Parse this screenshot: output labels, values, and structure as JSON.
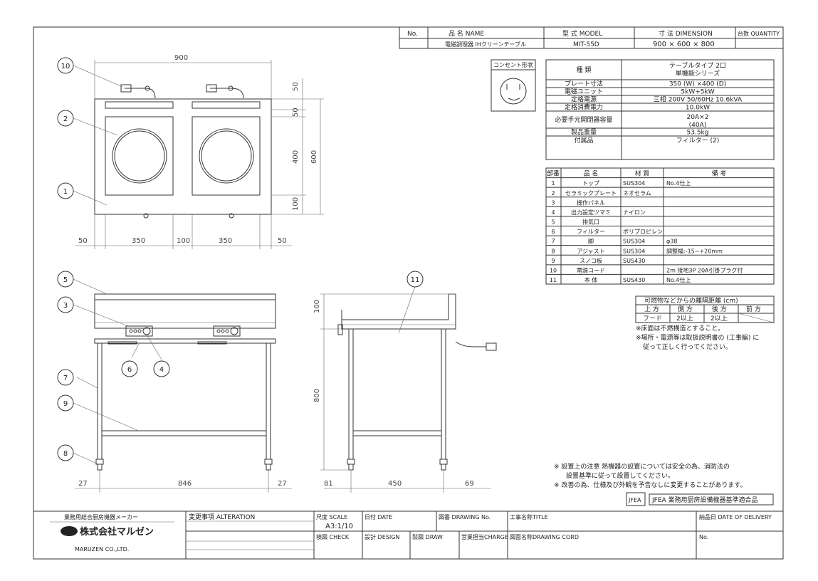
{
  "title_block": {
    "no_label": "No.",
    "name_label": "品 名 NAME",
    "model_label": "型 式 MODEL",
    "dimension_label": "寸 法 DIMENSION",
    "quantity_label": "台数 QUANTITY",
    "name_value": "電磁調理器 IHクリーンテーブル",
    "model_value": "MIT-55D",
    "dimension_value": "900 × 600 × 800"
  },
  "outlet": {
    "label": "コンセント形状"
  },
  "spec_table": [
    {
      "label": "種 類",
      "value": "テーブルタイプ 2口\n単機能シリーズ"
    },
    {
      "label": "プレート寸法",
      "value": "350 (W) ×400 (D)"
    },
    {
      "label": "電磁ユニット",
      "value": "5kW+5kW"
    },
    {
      "label": "定格電源",
      "value": "三相 200V 50/60Hz 10.6kVA"
    },
    {
      "label": "定格消費電力",
      "value": "10.0kW"
    },
    {
      "label": "必要手元開閉器容量",
      "value": "20A×2\n(40A)"
    },
    {
      "label": "製品重量",
      "value": "53.5kg"
    },
    {
      "label": "付属品",
      "value": "フィルター (2)"
    }
  ],
  "parts_table": {
    "headers": [
      "部番",
      "品 名",
      "材 質",
      "備 考"
    ],
    "rows": [
      [
        "1",
        "トップ",
        "SUS304",
        "No.4仕上"
      ],
      [
        "2",
        "セラミックプレート",
        "ネオセラム",
        ""
      ],
      [
        "3",
        "操作パネル",
        "",
        ""
      ],
      [
        "4",
        "出力設定ツマミ",
        "ナイロン",
        ""
      ],
      [
        "5",
        "排気口",
        "",
        ""
      ],
      [
        "6",
        "フィルター",
        "ポリプロピレン",
        ""
      ],
      [
        "7",
        "脚",
        "SUS304",
        "φ38"
      ],
      [
        "8",
        "アジャスト",
        "SUS304",
        "調整幅:-15~+20mm"
      ],
      [
        "9",
        "スノコ板",
        "SUS430",
        ""
      ],
      [
        "10",
        "電源コード",
        "",
        "2m 接地3P 20A引掛プラグ付"
      ],
      [
        "11",
        "本 体",
        "SUS430",
        "No.4仕上"
      ]
    ]
  },
  "clearance_table": {
    "title": "可燃物などからの離隔距離 (cm)",
    "headers": [
      "上 方",
      "側 方",
      "後 方",
      "前 方"
    ],
    "row_label": "フード",
    "values": [
      "2以上",
      "2以上",
      ""
    ]
  },
  "notes_right": [
    "※床面は不燃構造とすること。",
    "※場所・電源等は取扱説明書の (工事編) に",
    "従って正しく行ってください。"
  ],
  "notes_bottom": [
    "※ 設置上の注意 熱機器の設置については安全の為、消防法の",
    "設置基準に従って設置してください。",
    "※ 改善の為、仕様及び外観を予告なしに変更することがあります。"
  ],
  "jfea_label": "JFEA 業務用厨房設備機器基準適合品",
  "dimensions": {
    "top_width": "900",
    "side_50a": "50",
    "side_50b": "50",
    "side_400": "400",
    "side_600": "600",
    "side_100": "100",
    "bottom": [
      "50",
      "350",
      "100",
      "350",
      "50"
    ],
    "front_100": "100",
    "front_800": "800",
    "front_bottom": [
      "27",
      "846",
      "27"
    ],
    "side_bottom": [
      "81",
      "450",
      "69"
    ]
  },
  "balloons": [
    "1",
    "2",
    "3",
    "4",
    "5",
    "6",
    "7",
    "8",
    "9",
    "10",
    "11"
  ],
  "footer": {
    "maker_caption": "業務用総合厨房機器メーカー",
    "company_name": "株式会社マルゼン",
    "company_en": "MARUZEN CO.,LTD.",
    "alteration_label": "変更事項 ALTERATION",
    "scale_label": "尺度 SCALE",
    "scale_value": "A3:1/10",
    "date_label": "日付 DATE",
    "drawing_no_label": "図番 DRAWING No.",
    "title_label": "工事名称TITLE",
    "delivery_label": "納品日 DATE OF DELIVERY",
    "check_label": "検図 CHECK",
    "design_label": "設計 DESIGN",
    "draw_label": "製図 DRAW",
    "charge_label": "営業担当CHARGE",
    "drawing_cord_label": "図面名称DRAWING CORD",
    "no_label": "No."
  }
}
